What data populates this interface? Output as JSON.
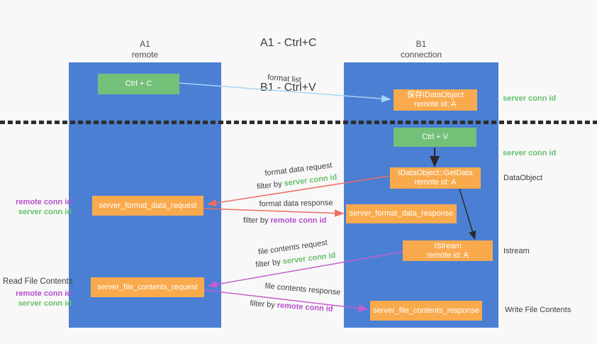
{
  "title": {
    "line1": "A1 - Ctrl+C",
    "line2": "B1 - Ctrl+V"
  },
  "columns": {
    "left": {
      "name": "A1",
      "subtitle": "remote"
    },
    "right": {
      "name": "B1",
      "subtitle": "connection"
    }
  },
  "boxes": {
    "ctrl_c": "Ctrl + C",
    "ctrl_v": "Ctrl + V",
    "save_idataobject": {
      "line1": "保存IDataObject",
      "line2": "remote id: A"
    },
    "getdata": {
      "line1": "IDataObject::GetData",
      "line2": "remote id: A"
    },
    "istream": {
      "line1": "IStream",
      "line2": "remote id: A"
    },
    "format_request": "server_format_data_request",
    "format_response": "server_format_data_response",
    "file_request": "server_file_contents_request",
    "file_response": "server_file_contents_response"
  },
  "side_labels": {
    "server_conn_id_top": "server conn id",
    "server_conn_id_mid": "server conn id",
    "dataobject": "DataObject",
    "istream": "Istream",
    "write_file_contents": "Write File Contents",
    "read_file_contents": "Read File Contents",
    "remote_conn_id_pair1": "remote conn id",
    "server_conn_id_pair1": "server conn id",
    "remote_conn_id_pair2": "remote conn id",
    "server_conn_id_pair2": "server conn id"
  },
  "arrow_labels": {
    "format_list": "format list",
    "format_data_request": "format data request",
    "filter_by_1": "filter by ",
    "filter_by_1_id": "server conn id",
    "format_data_response": "format data response",
    "filter_by_2": "filter by ",
    "filter_by_2_id": "remote conn id",
    "file_contents_request": "file contents request",
    "filter_by_3": "filter by ",
    "filter_by_3_id": "server conn id",
    "file_contents_response": "file contents response",
    "filter_by_4": "filter by ",
    "filter_by_4_id": "remote conn id"
  },
  "colors": {
    "background": "#f8f8f8",
    "column_blue": "#4a7fd4",
    "box_orange": "#f9aa4d",
    "button_green": "#74c078",
    "green_text": "#67bf6b",
    "purple_text": "#b44ecc",
    "dark_text": "#3c3c3c",
    "arrow_blue": "#a9d5f5",
    "arrow_red": "#ee6e64",
    "arrow_magenta": "#c75ece",
    "arrow_black": "#2a2a2a"
  }
}
